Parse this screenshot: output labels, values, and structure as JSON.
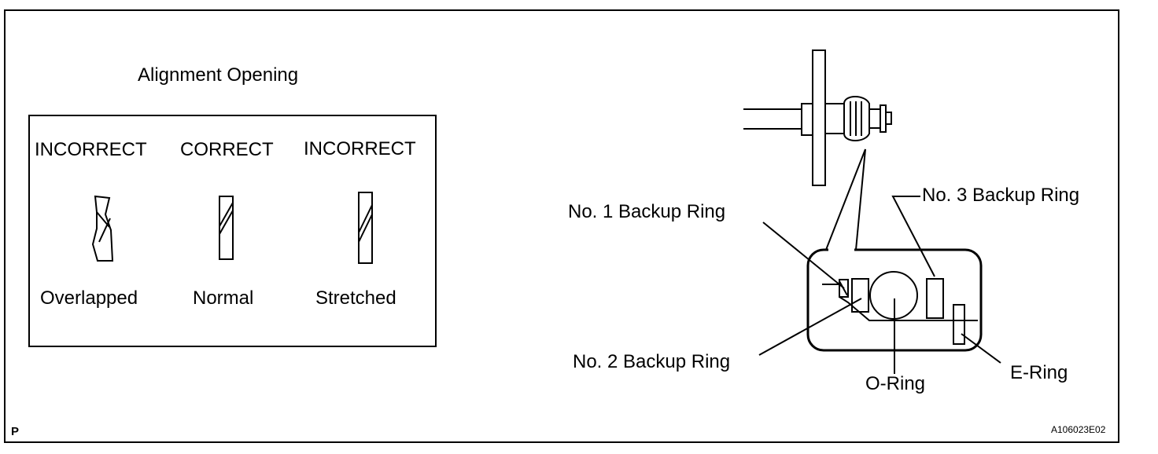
{
  "left_panel": {
    "title": "Alignment Opening",
    "columns": [
      {
        "status": "INCORRECT",
        "caption": "Overlapped"
      },
      {
        "status": "CORRECT",
        "caption": "Normal"
      },
      {
        "status": "INCORRECT",
        "caption": "Stretched"
      }
    ]
  },
  "right_panel": {
    "labels": {
      "backup_ring_1": "No. 1 Backup Ring",
      "backup_ring_2": "No. 2 Backup Ring",
      "backup_ring_3": "No. 3 Backup Ring",
      "o_ring": "O-Ring",
      "e_ring": "E-Ring"
    }
  },
  "footer": {
    "corner_mark": "P",
    "figure_code": "A106023E02"
  }
}
